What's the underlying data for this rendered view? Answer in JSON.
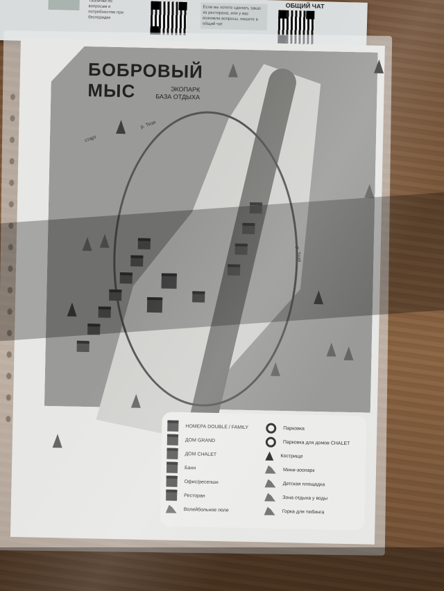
{
  "leaflet": {
    "heading": "ОБЩИЙ ЧАТ",
    "note_left": "Таблички по вопросам и потребностям при беспорядке",
    "note_right": "Если вы хотите сделать заказ из ресторана, или у вас возникли вопросы, пишите в общий чат"
  },
  "map": {
    "title_line1": "БОБРОВЫЙ",
    "title_line2": "МЫС",
    "subtitle_line1": "ЭКОПАРК",
    "subtitle_line2": "БАЗА ОТДЫХА",
    "river_labels": [
      "р. Тезя",
      "р. Тезя",
      "старт"
    ]
  },
  "legend": {
    "left": [
      {
        "icon": "house-icon",
        "label": "НОМЕРА DOUBLE / FAMILY"
      },
      {
        "icon": "house-icon",
        "label": "ДОМ GRAND"
      },
      {
        "icon": "house-icon",
        "label": "ДОМ CHALET"
      },
      {
        "icon": "sauna-icon",
        "label": "Баня"
      },
      {
        "icon": "office-icon",
        "label": "Офис/ресепшн"
      },
      {
        "icon": "restaurant-icon",
        "label": "Ресторан"
      },
      {
        "icon": "volleyball-icon",
        "label": "Волейбольное поле"
      }
    ],
    "right": [
      {
        "icon": "parking-icon",
        "label": "Парковка"
      },
      {
        "icon": "parking-icon",
        "label": "Парковка для домов CHALET"
      },
      {
        "icon": "campfire-icon",
        "label": "Кострище"
      },
      {
        "icon": "zoo-icon",
        "label": "Мини-зоопарк"
      },
      {
        "icon": "playground-icon",
        "label": "Детская площадка"
      },
      {
        "icon": "beach-icon",
        "label": "Зона отдыха у воды"
      },
      {
        "icon": "slide-icon",
        "label": "Горка для тюбинга"
      }
    ]
  }
}
